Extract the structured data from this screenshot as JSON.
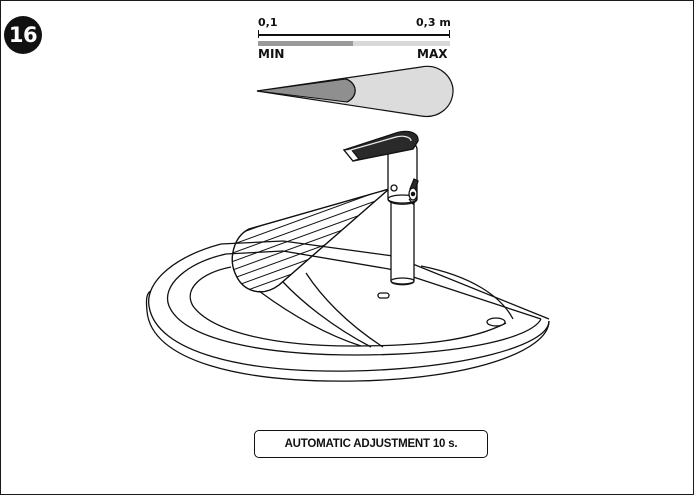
{
  "step": {
    "number": "16"
  },
  "scale": {
    "min_value": "0,1",
    "max_value": "0,3 m",
    "min_label": "MIN",
    "max_label": "MAX"
  },
  "notice": {
    "text": "AUTOMATIC ADJUSTMENT 10 s."
  },
  "colors": {
    "stroke": "#111111",
    "range_min": "#9a9a9a",
    "range_max": "#d8d8d8",
    "faucet_dark": "#2a2a2a"
  },
  "icons": [
    "sensor-range-cone",
    "detection-beam",
    "faucet",
    "washbasin"
  ]
}
